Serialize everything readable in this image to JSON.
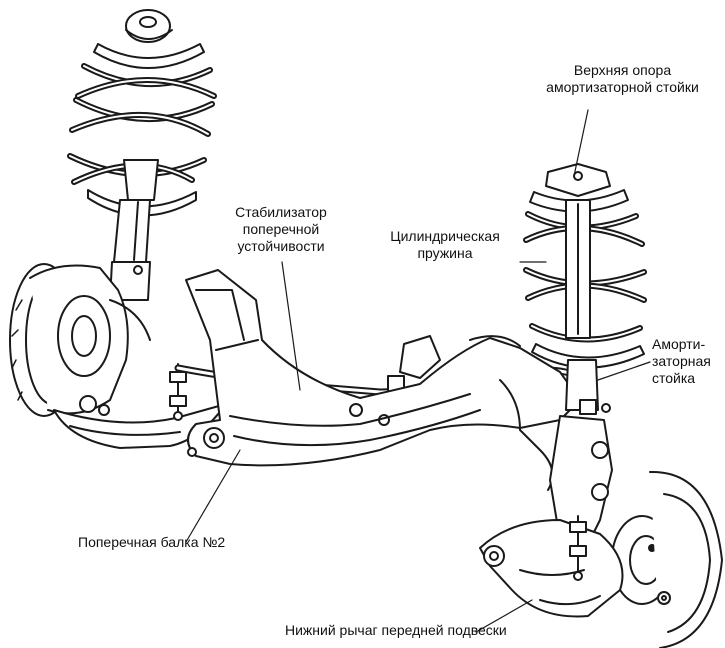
{
  "labels": {
    "upper_mount": [
      "Верхняя опора",
      "амортизаторной стойки"
    ],
    "stabilizer": [
      "Стабилизатор",
      "поперечной",
      "устойчивости"
    ],
    "coil_spring": [
      "Цилиндрическая",
      "пружина"
    ],
    "strut": [
      "Аморти-",
      "заторная",
      "стойка"
    ],
    "crossmember": "Поперечная балка №2",
    "lower_arm": "Нижний рычаг передней подвески"
  }
}
